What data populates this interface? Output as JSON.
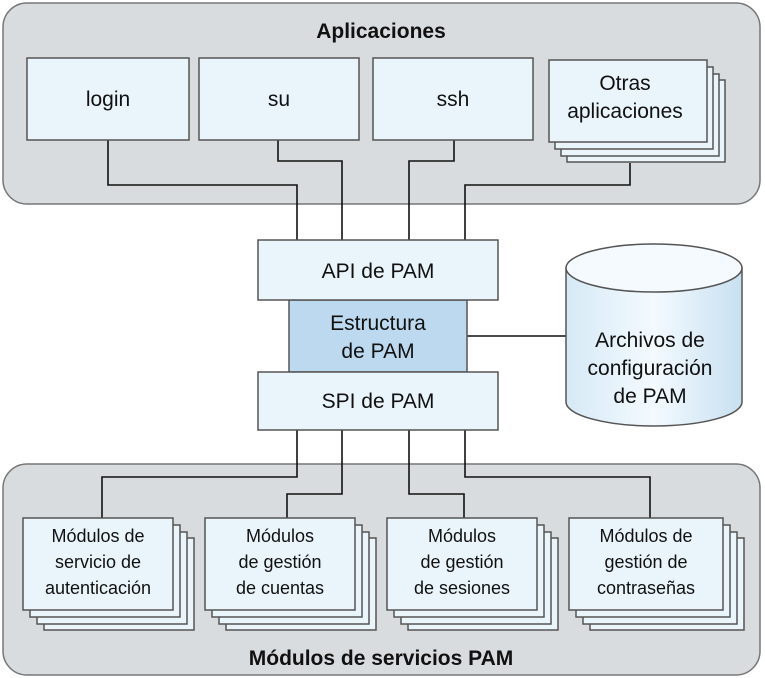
{
  "top_group": {
    "title": "Aplicaciones",
    "apps": [
      {
        "lines": [
          "login"
        ]
      },
      {
        "lines": [
          "su"
        ]
      },
      {
        "lines": [
          "ssh"
        ]
      },
      {
        "lines": [
          "Otras",
          "aplicaciones"
        ]
      }
    ]
  },
  "framework": {
    "api": "API de PAM",
    "structure": [
      "Estructura",
      "de PAM"
    ],
    "spi": "SPI de PAM"
  },
  "config": {
    "lines": [
      "Archivos de",
      "configuración",
      "de PAM"
    ]
  },
  "bottom_group": {
    "title": "Módulos de servicios PAM",
    "modules": [
      {
        "lines": [
          "Módulos de",
          "servicio de",
          "autenticación"
        ]
      },
      {
        "lines": [
          "Módulos",
          "de gestión",
          "de cuentas"
        ]
      },
      {
        "lines": [
          "Módulos",
          "de gestión",
          "de sesiones"
        ]
      },
      {
        "lines": [
          "Módulos de",
          "gestión de",
          "contraseñas"
        ]
      }
    ]
  },
  "colors": {
    "group_fill": "#d9dcdf",
    "box_fill": "#eaf4fb",
    "box_stroke": "#555555",
    "structure_fill": "#bcd9ef",
    "line": "#111111"
  }
}
